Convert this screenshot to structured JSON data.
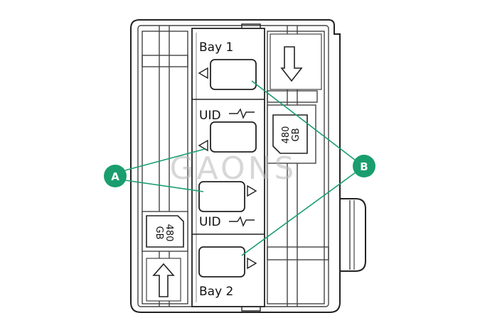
{
  "bay_top_label": "Bay 1",
  "bay_bottom_label": "Bay 2",
  "uid_top_label": "UID",
  "uid_bottom_label": "UID",
  "drive_capacity_right": {
    "line1": "480",
    "line2": "GB"
  },
  "drive_capacity_left": {
    "line1": "480",
    "line2": "GB"
  },
  "callout_a": "A",
  "callout_b": "B",
  "watermark": "GAONS",
  "colors": {
    "callout": "#1a9e6e",
    "line": "#111111",
    "outline": "#222222",
    "watermark": "#b7b7b7"
  },
  "icons": [
    "arrow-down-icon",
    "arrow-up-icon",
    "triangle-left-icon",
    "triangle-right-icon",
    "heartbeat-icon"
  ]
}
